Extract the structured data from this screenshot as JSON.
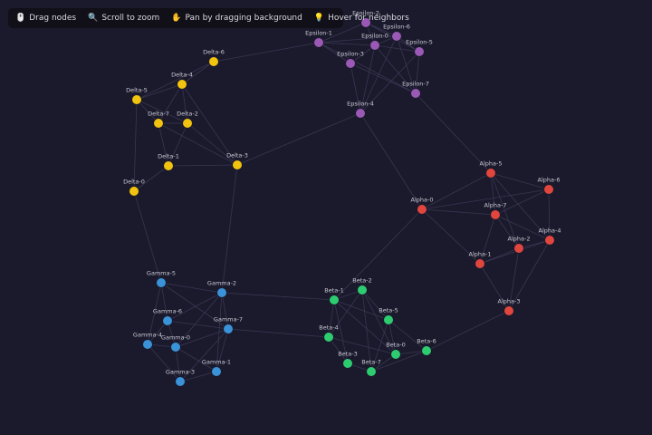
{
  "hints": [
    {
      "icon": "mouse-icon",
      "glyph": "🖱️",
      "text": "Drag nodes"
    },
    {
      "icon": "zoom-icon",
      "glyph": "🔍",
      "text": "Scroll to zoom"
    },
    {
      "icon": "hand-icon",
      "glyph": "✋",
      "text": "Pan by dragging background"
    },
    {
      "icon": "bulb-icon",
      "glyph": "💡",
      "text": "Hover for neighbors"
    }
  ],
  "groups": {
    "Alpha": "#e0463d",
    "Beta": "#2ecc71",
    "Gamma": "#3a93d8",
    "Delta": "#f1c40f",
    "Epsilon": "#9b59b6"
  },
  "nodes": [
    {
      "id": "Alpha-0",
      "group": "Alpha"
    },
    {
      "id": "Alpha-1",
      "group": "Alpha"
    },
    {
      "id": "Alpha-2",
      "group": "Alpha"
    },
    {
      "id": "Alpha-3",
      "group": "Alpha"
    },
    {
      "id": "Alpha-4",
      "group": "Alpha"
    },
    {
      "id": "Alpha-5",
      "group": "Alpha"
    },
    {
      "id": "Alpha-6",
      "group": "Alpha"
    },
    {
      "id": "Alpha-7",
      "group": "Alpha"
    },
    {
      "id": "Beta-0",
      "group": "Beta"
    },
    {
      "id": "Beta-1",
      "group": "Beta"
    },
    {
      "id": "Beta-2",
      "group": "Beta"
    },
    {
      "id": "Beta-3",
      "group": "Beta"
    },
    {
      "id": "Beta-4",
      "group": "Beta"
    },
    {
      "id": "Beta-5",
      "group": "Beta"
    },
    {
      "id": "Beta-6",
      "group": "Beta"
    },
    {
      "id": "Beta-7",
      "group": "Beta"
    },
    {
      "id": "Gamma-0",
      "group": "Gamma"
    },
    {
      "id": "Gamma-1",
      "group": "Gamma"
    },
    {
      "id": "Gamma-2",
      "group": "Gamma"
    },
    {
      "id": "Gamma-3",
      "group": "Gamma"
    },
    {
      "id": "Gamma-4",
      "group": "Gamma"
    },
    {
      "id": "Gamma-5",
      "group": "Gamma"
    },
    {
      "id": "Gamma-6",
      "group": "Gamma"
    },
    {
      "id": "Gamma-7",
      "group": "Gamma"
    },
    {
      "id": "Delta-0",
      "group": "Delta"
    },
    {
      "id": "Delta-1",
      "group": "Delta"
    },
    {
      "id": "Delta-2",
      "group": "Delta"
    },
    {
      "id": "Delta-3",
      "group": "Delta"
    },
    {
      "id": "Delta-4",
      "group": "Delta"
    },
    {
      "id": "Delta-5",
      "group": "Delta"
    },
    {
      "id": "Delta-6",
      "group": "Delta"
    },
    {
      "id": "Delta-7",
      "group": "Delta"
    },
    {
      "id": "Epsilon-0",
      "group": "Epsilon"
    },
    {
      "id": "Epsilon-1",
      "group": "Epsilon"
    },
    {
      "id": "Epsilon-2",
      "group": "Epsilon"
    },
    {
      "id": "Epsilon-3",
      "group": "Epsilon"
    },
    {
      "id": "Epsilon-4",
      "group": "Epsilon"
    },
    {
      "id": "Epsilon-5",
      "group": "Epsilon"
    },
    {
      "id": "Epsilon-6",
      "group": "Epsilon"
    },
    {
      "id": "Epsilon-7",
      "group": "Epsilon"
    }
  ],
  "links": [
    [
      "Alpha-0",
      "Alpha-5"
    ],
    [
      "Alpha-0",
      "Alpha-7"
    ],
    [
      "Alpha-0",
      "Alpha-6"
    ],
    [
      "Alpha-0",
      "Alpha-1"
    ],
    [
      "Alpha-5",
      "Alpha-7"
    ],
    [
      "Alpha-5",
      "Alpha-6"
    ],
    [
      "Alpha-5",
      "Alpha-2"
    ],
    [
      "Alpha-5",
      "Alpha-4"
    ],
    [
      "Alpha-7",
      "Alpha-2"
    ],
    [
      "Alpha-7",
      "Alpha-6"
    ],
    [
      "Alpha-7",
      "Alpha-1"
    ],
    [
      "Alpha-7",
      "Alpha-4"
    ],
    [
      "Alpha-6",
      "Alpha-4"
    ],
    [
      "Alpha-2",
      "Alpha-4"
    ],
    [
      "Alpha-2",
      "Alpha-1"
    ],
    [
      "Alpha-2",
      "Alpha-3"
    ],
    [
      "Alpha-4",
      "Alpha-3"
    ],
    [
      "Alpha-4",
      "Alpha-1"
    ],
    [
      "Alpha-1",
      "Alpha-3"
    ],
    [
      "Beta-1",
      "Beta-2"
    ],
    [
      "Beta-1",
      "Beta-4"
    ],
    [
      "Beta-1",
      "Beta-5"
    ],
    [
      "Beta-1",
      "Beta-0"
    ],
    [
      "Beta-1",
      "Beta-3"
    ],
    [
      "Beta-2",
      "Beta-5"
    ],
    [
      "Beta-2",
      "Beta-4"
    ],
    [
      "Beta-2",
      "Beta-7"
    ],
    [
      "Beta-2",
      "Beta-0"
    ],
    [
      "Beta-5",
      "Beta-0"
    ],
    [
      "Beta-5",
      "Beta-6"
    ],
    [
      "Beta-5",
      "Beta-7"
    ],
    [
      "Beta-4",
      "Beta-3"
    ],
    [
      "Beta-4",
      "Beta-0"
    ],
    [
      "Beta-3",
      "Beta-7"
    ],
    [
      "Beta-7",
      "Beta-0"
    ],
    [
      "Beta-0",
      "Beta-6"
    ],
    [
      "Beta-7",
      "Beta-6"
    ],
    [
      "Gamma-5",
      "Gamma-2"
    ],
    [
      "Gamma-5",
      "Gamma-6"
    ],
    [
      "Gamma-5",
      "Gamma-7"
    ],
    [
      "Gamma-5",
      "Gamma-4"
    ],
    [
      "Gamma-2",
      "Gamma-6"
    ],
    [
      "Gamma-2",
      "Gamma-7"
    ],
    [
      "Gamma-2",
      "Gamma-1"
    ],
    [
      "Gamma-2",
      "Gamma-0"
    ],
    [
      "Gamma-6",
      "Gamma-7"
    ],
    [
      "Gamma-6",
      "Gamma-0"
    ],
    [
      "Gamma-6",
      "Gamma-4"
    ],
    [
      "Gamma-7",
      "Gamma-0"
    ],
    [
      "Gamma-7",
      "Gamma-1"
    ],
    [
      "Gamma-7",
      "Gamma-3"
    ],
    [
      "Gamma-4",
      "Gamma-0"
    ],
    [
      "Gamma-4",
      "Gamma-3"
    ],
    [
      "Gamma-0",
      "Gamma-3"
    ],
    [
      "Gamma-0",
      "Gamma-1"
    ],
    [
      "Gamma-3",
      "Gamma-1"
    ],
    [
      "Delta-6",
      "Delta-4"
    ],
    [
      "Delta-6",
      "Delta-5"
    ],
    [
      "Delta-4",
      "Delta-5"
    ],
    [
      "Delta-4",
      "Delta-7"
    ],
    [
      "Delta-4",
      "Delta-2"
    ],
    [
      "Delta-4",
      "Delta-3"
    ],
    [
      "Delta-5",
      "Delta-7"
    ],
    [
      "Delta-5",
      "Delta-0"
    ],
    [
      "Delta-5",
      "Delta-2"
    ],
    [
      "Delta-7",
      "Delta-2"
    ],
    [
      "Delta-7",
      "Delta-1"
    ],
    [
      "Delta-7",
      "Delta-3"
    ],
    [
      "Delta-2",
      "Delta-1"
    ],
    [
      "Delta-2",
      "Delta-3"
    ],
    [
      "Delta-1",
      "Delta-3"
    ],
    [
      "Delta-1",
      "Delta-0"
    ],
    [
      "Epsilon-1",
      "Epsilon-2"
    ],
    [
      "Epsilon-1",
      "Epsilon-0"
    ],
    [
      "Epsilon-1",
      "Epsilon-3"
    ],
    [
      "Epsilon-1",
      "Epsilon-6"
    ],
    [
      "Epsilon-1",
      "Epsilon-7"
    ],
    [
      "Epsilon-2",
      "Epsilon-0"
    ],
    [
      "Epsilon-2",
      "Epsilon-6"
    ],
    [
      "Epsilon-2",
      "Epsilon-5"
    ],
    [
      "Epsilon-0",
      "Epsilon-6"
    ],
    [
      "Epsilon-0",
      "Epsilon-3"
    ],
    [
      "Epsilon-0",
      "Epsilon-5"
    ],
    [
      "Epsilon-0",
      "Epsilon-4"
    ],
    [
      "Epsilon-0",
      "Epsilon-7"
    ],
    [
      "Epsilon-6",
      "Epsilon-5"
    ],
    [
      "Epsilon-6",
      "Epsilon-4"
    ],
    [
      "Epsilon-6",
      "Epsilon-7"
    ],
    [
      "Epsilon-3",
      "Epsilon-4"
    ],
    [
      "Epsilon-3",
      "Epsilon-7"
    ],
    [
      "Epsilon-5",
      "Epsilon-7"
    ],
    [
      "Epsilon-5",
      "Epsilon-4"
    ],
    [
      "Delta-6",
      "Epsilon-1"
    ],
    [
      "Delta-3",
      "Epsilon-4"
    ],
    [
      "Delta-3",
      "Gamma-2"
    ],
    [
      "Delta-0",
      "Gamma-5"
    ],
    [
      "Gamma-2",
      "Beta-1"
    ],
    [
      "Gamma-7",
      "Beta-4"
    ],
    [
      "Beta-6",
      "Alpha-3"
    ],
    [
      "Beta-1",
      "Alpha-0"
    ],
    [
      "Epsilon-4",
      "Alpha-0"
    ],
    [
      "Epsilon-7",
      "Alpha-5"
    ]
  ]
}
